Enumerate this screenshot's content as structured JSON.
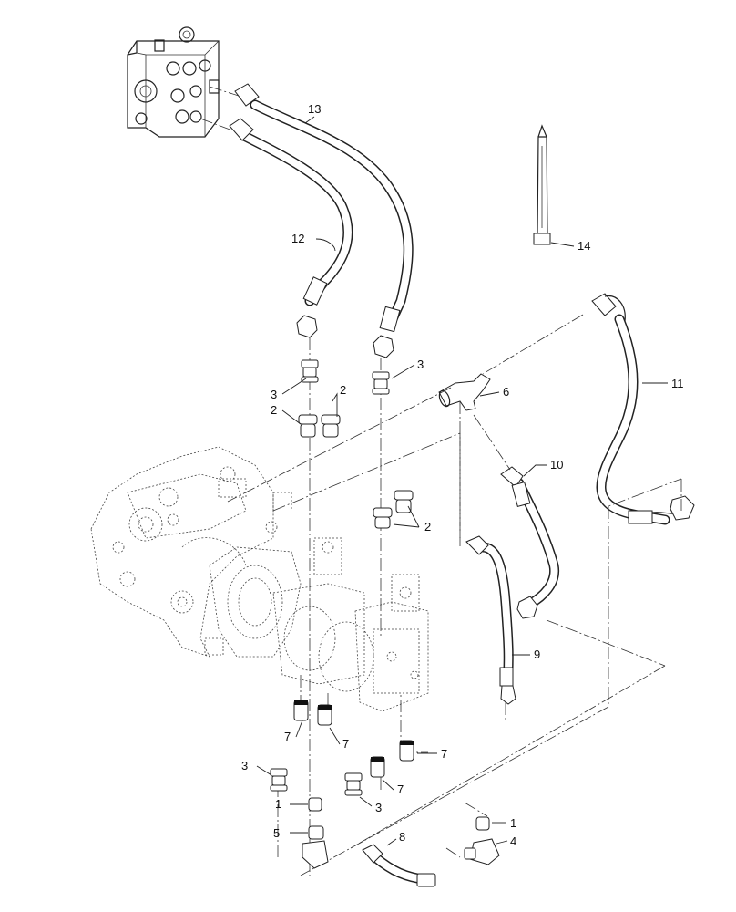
{
  "callouts": [
    {
      "id": "c13",
      "text": "13"
    },
    {
      "id": "c12",
      "text": "12"
    },
    {
      "id": "c14",
      "text": "14"
    },
    {
      "id": "c11",
      "text": "11"
    },
    {
      "id": "c3a",
      "text": "3"
    },
    {
      "id": "c3b",
      "text": "3"
    },
    {
      "id": "c2a",
      "text": "2"
    },
    {
      "id": "c2b",
      "text": "2"
    },
    {
      "id": "c6",
      "text": "6"
    },
    {
      "id": "c10",
      "text": "10"
    },
    {
      "id": "c2c",
      "text": "2"
    },
    {
      "id": "c9",
      "text": "9"
    },
    {
      "id": "c7a",
      "text": "7"
    },
    {
      "id": "c7b",
      "text": "7"
    },
    {
      "id": "c7c",
      "text": "7"
    },
    {
      "id": "c3c",
      "text": "3"
    },
    {
      "id": "c7d",
      "text": "7"
    },
    {
      "id": "c1a",
      "text": "1"
    },
    {
      "id": "c3d",
      "text": "3"
    },
    {
      "id": "c5",
      "text": "5"
    },
    {
      "id": "c1b",
      "text": "1"
    },
    {
      "id": "c8",
      "text": "8"
    },
    {
      "id": "c4",
      "text": "4"
    }
  ]
}
